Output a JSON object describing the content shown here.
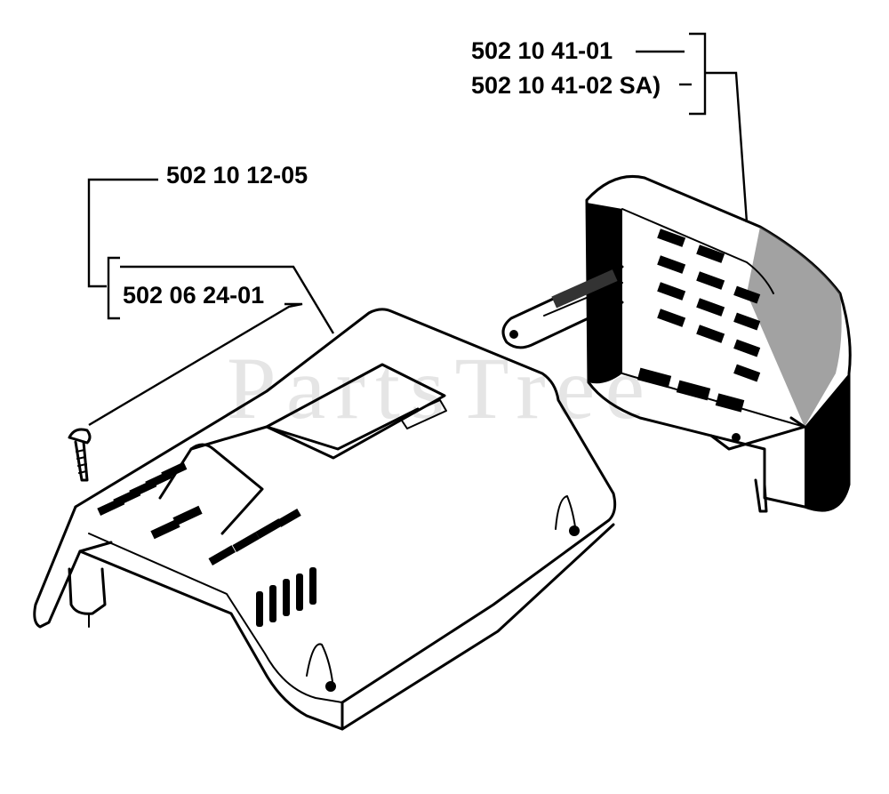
{
  "labels": {
    "cover_part_a": "502 10 41-01",
    "cover_part_b": "502 10 41-02 SA)",
    "housing_part_a": "502 10 12-05",
    "housing_part_b": "502 06 24-01"
  },
  "watermark": "PartsTree",
  "colors": {
    "line": "#000000",
    "background": "#ffffff",
    "watermark": "#d4d4d4"
  }
}
